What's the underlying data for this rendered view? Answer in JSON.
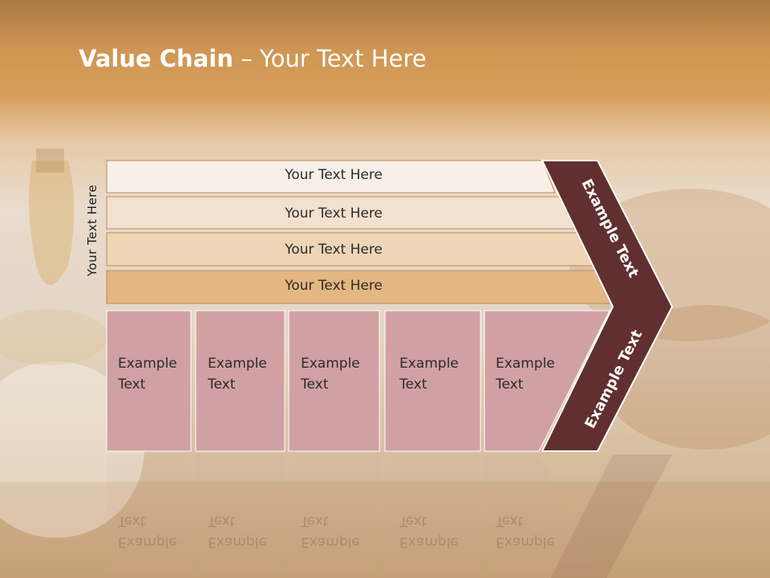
{
  "slide": {
    "title_bold": "Value Chain",
    "title_rest": " – Your Text Here",
    "side_label": "Your Text Here"
  },
  "bars": [
    {
      "label": "Your Text Here"
    },
    {
      "label": "Your Text Here"
    },
    {
      "label": "Your Text Here"
    },
    {
      "label": "Your Text Here"
    }
  ],
  "boxes": [
    {
      "line1": "Example",
      "line2": "Text"
    },
    {
      "line1": "Example",
      "line2": "Text"
    },
    {
      "line1": "Example",
      "line2": "Text"
    },
    {
      "line1": "Example",
      "line2": "Text"
    },
    {
      "line1": "Example",
      "line2": "Text"
    }
  ],
  "chevrons": {
    "upper_label": "Example Text",
    "lower_label": "Example Text"
  },
  "colors": {
    "header_gold": "#cf9552",
    "bar1": "#f8f0e8",
    "bar2": "#f2e1cf",
    "bar3": "#eed5b6",
    "bar4": "#e3b682",
    "box_fill": "#d1a0a3",
    "chevron_dark": "#612f2f"
  }
}
